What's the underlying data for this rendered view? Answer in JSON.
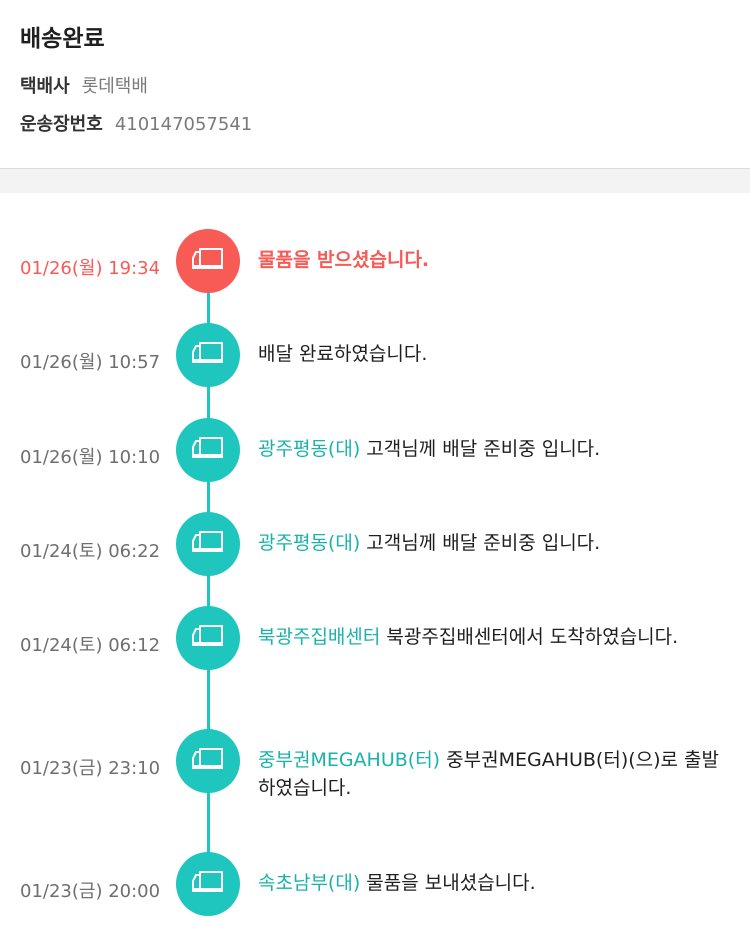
{
  "header": {
    "status": "배송완료",
    "carrier_label": "택배사",
    "carrier_value": "롯데택배",
    "tracking_label": "운송장번호",
    "tracking_value": "410147057541"
  },
  "colors": {
    "accent": "#1fc6bd",
    "current": "#f85a55"
  },
  "events": [
    {
      "time": "01/26(월) 19:34",
      "location": "",
      "message": "물품을 받으셨습니다.",
      "icon": "truck-icon",
      "current": true
    },
    {
      "time": "01/26(월) 10:57",
      "location": "",
      "message": "배달 완료하였습니다.",
      "icon": "truck-icon"
    },
    {
      "time": "01/26(월) 10:10",
      "location": "광주평동(대)",
      "message": "고객님께 배달 준비중 입니다.",
      "icon": "truck-icon"
    },
    {
      "time": "01/24(토) 06:22",
      "location": "광주평동(대)",
      "message": "고객님께 배달 준비중 입니다.",
      "icon": "truck-icon"
    },
    {
      "time": "01/24(토) 06:12",
      "location": "북광주집배센터",
      "message": "북광주집배센터에서 도착하였습니다.",
      "icon": "truck-icon"
    },
    {
      "time": "01/23(금) 23:10",
      "location": "중부권MEGAHUB(터)",
      "message": "중부권MEGAHUB(터)(으)로 출발하였습니다.",
      "icon": "truck-icon"
    },
    {
      "time": "01/23(금) 20:00",
      "location": "속초남부(대)",
      "message": "물품을 보내셨습니다.",
      "icon": "truck-icon"
    }
  ]
}
